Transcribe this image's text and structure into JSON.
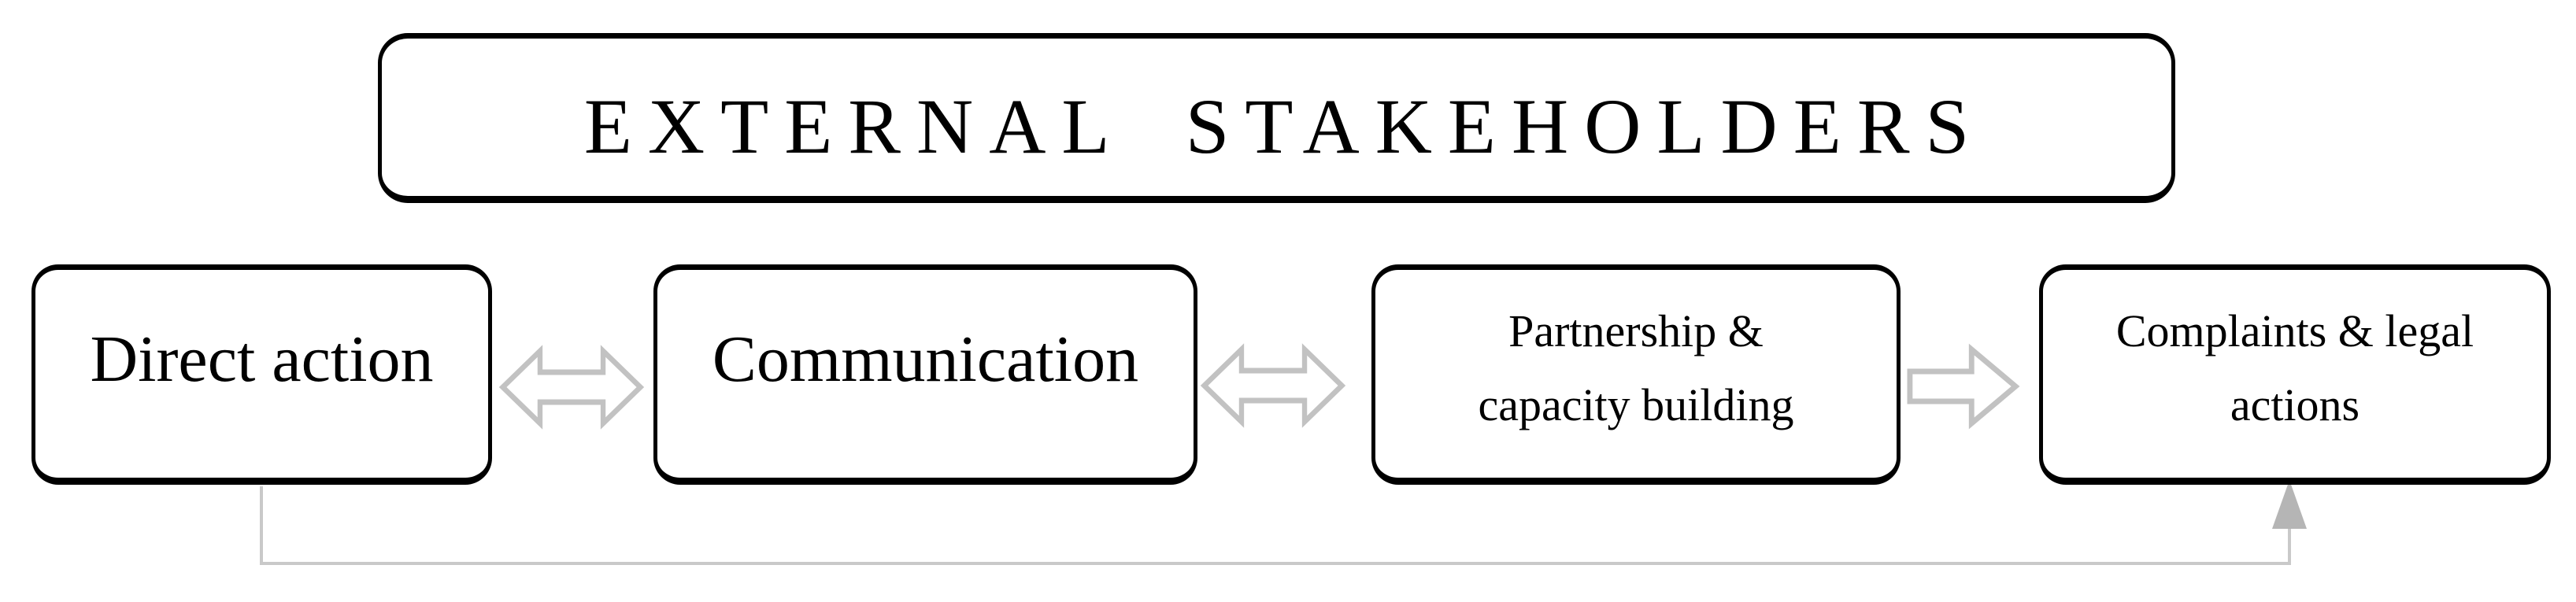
{
  "figure": {
    "title": "EXTERNAL STAKEHOLDERS",
    "boxes": [
      {
        "id": "direct-action",
        "lines": [
          "Direct action"
        ]
      },
      {
        "id": "communication",
        "lines": [
          "Communication"
        ]
      },
      {
        "id": "partnership-capacity-building",
        "lines": [
          "Partnership &",
          "capacity building"
        ]
      },
      {
        "id": "complaints-legal-actions",
        "lines": [
          "Complaints & legal",
          "actions"
        ]
      }
    ],
    "connectors": [
      {
        "type": "double-arrow",
        "from": "direct-action",
        "to": "communication"
      },
      {
        "type": "double-arrow",
        "from": "communication",
        "to": "partnership-capacity-building"
      },
      {
        "type": "single-arrow",
        "from": "partnership-capacity-building",
        "to": "complaints-legal-actions"
      },
      {
        "type": "elbow-arrow",
        "from": "direct-action",
        "to": "complaints-legal-actions"
      }
    ]
  },
  "colors": {
    "background": "#ffffff",
    "box_fill": "#ffffff",
    "box_border": "#000000",
    "text": "#000000",
    "arrow_outline": "#c2c2c2",
    "arrow_fill": "#ffffff",
    "connector_line": "#c9c9c9",
    "connector_arrowhead": "#b5b5b5"
  }
}
